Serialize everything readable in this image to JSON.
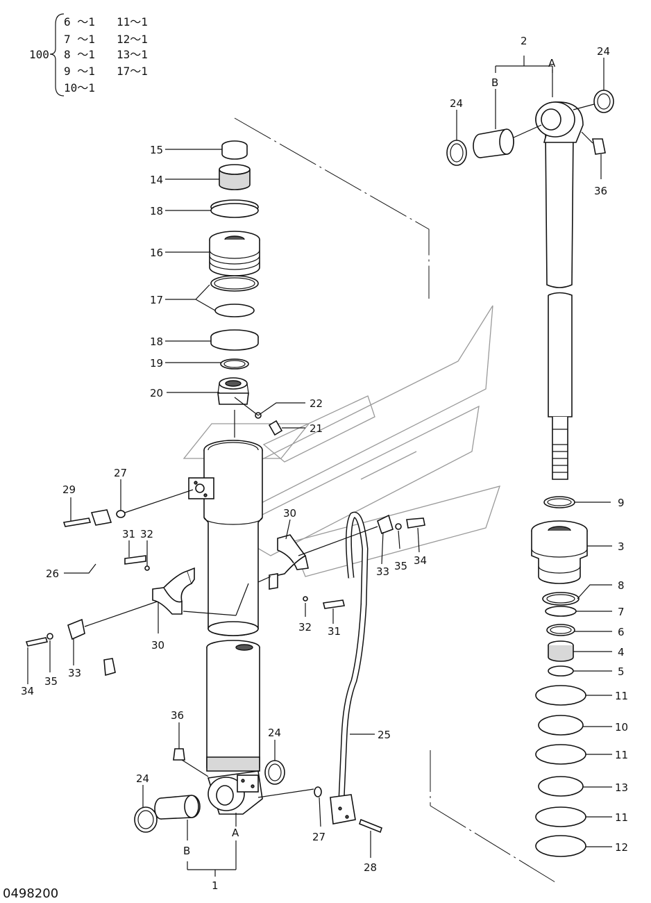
{
  "kit": {
    "number": "100",
    "lines": [
      "6 ～1",
      "7 ～1",
      "8 ～1",
      "9 ～1",
      "10～1",
      "11～1",
      "12～1",
      "13～1",
      "17～1"
    ]
  },
  "labels": {
    "p1": "1",
    "p2": "2",
    "A": "A",
    "B": "B",
    "p3": "3",
    "p4": "4",
    "p5": "5",
    "p6": "6",
    "p7": "7",
    "p8": "8",
    "p9": "9",
    "p10": "10",
    "p11": "11",
    "p12": "12",
    "p13": "13",
    "p14": "14",
    "p15": "15",
    "p16": "16",
    "p17": "17",
    "p18": "18",
    "p19": "19",
    "p20": "20",
    "p21": "21",
    "p22": "22",
    "p24": "24",
    "p25": "25",
    "p26": "26",
    "p27": "27",
    "p28": "28",
    "p29": "29",
    "p30": "30",
    "p31": "31",
    "p32": "32",
    "p33": "33",
    "p34": "34",
    "p35": "35",
    "p36": "36"
  },
  "drawing_code": "0498200"
}
